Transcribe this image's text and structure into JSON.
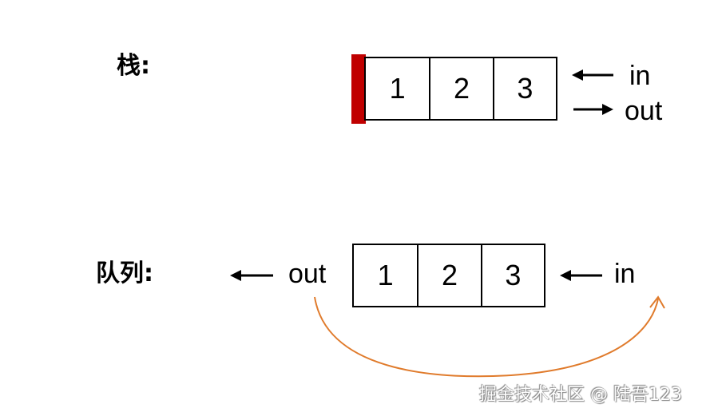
{
  "stack": {
    "label": "栈:",
    "cells": [
      "1",
      "2",
      "3"
    ],
    "in_label": "in",
    "out_label": "out",
    "closed_end_color": "#c00000"
  },
  "queue": {
    "label": "队列:",
    "cells": [
      "1",
      "2",
      "3"
    ],
    "in_label": "in",
    "out_label": "out",
    "recycle_arrow_color": "#e07b2c"
  },
  "watermark": "掘金技术社区 @ 陆吾123"
}
